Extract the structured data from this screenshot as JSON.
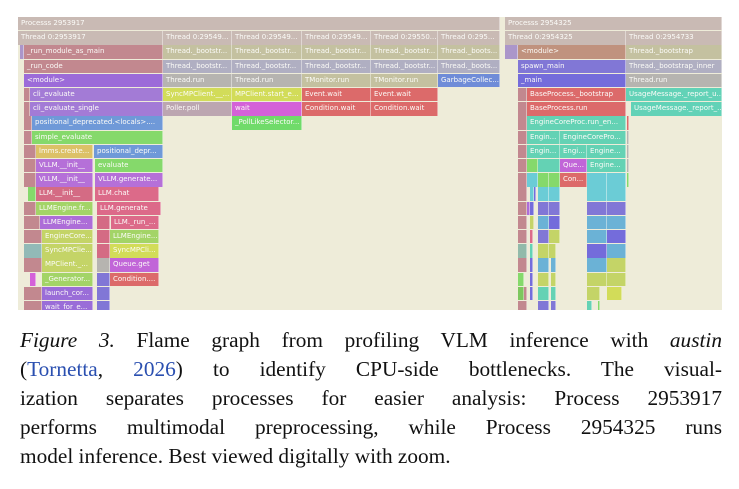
{
  "flame_graph": {
    "background": "#eeecd9",
    "frames": [
      {
        "label": "Processs 2953917",
        "color": "#c2b0ad"
      },
      {
        "label": "Processs 2954325",
        "color": "#c2b0ad"
      },
      {
        "label": "Thread 0:2953917",
        "color": "#c2b0ad"
      },
      {
        "label": "Thread 0:29549...",
        "color": "#c2b0ad"
      },
      {
        "label": "Thread 0:29549...",
        "color": "#c2b0ad"
      },
      {
        "label": "Thread 0:29549...",
        "color": "#c2b0ad"
      },
      {
        "label": "Thread 0:29550...",
        "color": "#c2b0ad"
      },
      {
        "label": "Thread 0:295...",
        "color": "#c2b0ad"
      },
      {
        "label": "Thread 0:2954325",
        "color": "#c2b0ad"
      },
      {
        "label": "Thread 0:2954733",
        "color": "#c2b0ad"
      },
      {
        "label": "_run_module_as_main",
        "color": "#b9737f"
      },
      {
        "label": "Thread._bootstr...",
        "color": "#bbb894"
      },
      {
        "label": "Thread._bootstr...",
        "color": "#bbb894"
      },
      {
        "label": "Thread._bootstr...",
        "color": "#bbb894"
      },
      {
        "label": "Thread._bootstr...",
        "color": "#bbb894"
      },
      {
        "label": "Thread._boots...",
        "color": "#bbb894"
      },
      {
        "label": "<module>",
        "color": "#b77f6b"
      },
      {
        "label": "Thread._bootstrap",
        "color": "#bbb894"
      },
      {
        "label": "_run_code",
        "color": "#b9737f"
      },
      {
        "label": "Thread._bootstr...",
        "color": "#a3a2bd"
      },
      {
        "label": "Thread._bootstr...",
        "color": "#a3a2bd"
      },
      {
        "label": "Thread._bootstr...",
        "color": "#a3a2bd"
      },
      {
        "label": "Thread._bootstr...",
        "color": "#a3a2bd"
      },
      {
        "label": "Thread._boots...",
        "color": "#a3a2bd"
      },
      {
        "label": "spawn_main",
        "color": "#6a5ed6"
      },
      {
        "label": "Thread._bootstrap_inner",
        "color": "#a3a2bd"
      },
      {
        "label": "<module>",
        "color": "#8b4fd9"
      },
      {
        "label": "Thread.run",
        "color": "#aaa8a8"
      },
      {
        "label": "Thread.run",
        "color": "#aaa8a8"
      },
      {
        "label": "TMonitor.run",
        "color": "#bbb894"
      },
      {
        "label": "TMonitor.run",
        "color": "#bbb894"
      },
      {
        "label": "GarbageCollec...",
        "color": "#5478d8"
      },
      {
        "label": "_main",
        "color": "#5a50dc"
      },
      {
        "label": "Thread.run",
        "color": "#aaa8a8"
      },
      {
        "label": "cli_evaluate",
        "color": "#9363d6"
      },
      {
        "label": "SyncMPClient.__...",
        "color": "#ccd93e"
      },
      {
        "label": "MPClient.start_e...",
        "color": "#ccd93e"
      },
      {
        "label": "Event.wait",
        "color": "#d94e52"
      },
      {
        "label": "Event.wait",
        "color": "#d94e52"
      },
      {
        "label": "BaseProcess._bootstrap",
        "color": "#d94e52"
      },
      {
        "label": "UsageMessage._report_u...",
        "color": "#44cdb0"
      },
      {
        "label": "cli_evaluate_single",
        "color": "#9363d6"
      },
      {
        "label": "Poller.poll",
        "color": "#b297a9"
      },
      {
        "label": "wait",
        "color": "#cf43d8"
      },
      {
        "label": "Condition.wait",
        "color": "#d94e52"
      },
      {
        "label": "Condition.wait",
        "color": "#d94e52"
      },
      {
        "label": "BaseProcess.run",
        "color": "#d94e52"
      },
      {
        "label": "UsageMessage._report_...",
        "color": "#44cdb0"
      },
      {
        "label": "positional_deprecated.<locals>....",
        "color": "#5487d8"
      },
      {
        "label": "_PollLikeSelector...",
        "color": "#55d852"
      },
      {
        "label": "EngineCoreProc.run_en...",
        "color": "#46cdac"
      },
      {
        "label": "simple_evaluate",
        "color": "#6fd554"
      },
      {
        "label": "Engin...",
        "color": "#46cdac"
      },
      {
        "label": "EngineCorePro...",
        "color": "#46cdac"
      },
      {
        "label": "lmms.create...",
        "color": "#d9b84f"
      },
      {
        "label": "positional_depr...",
        "color": "#5487d8"
      },
      {
        "label": "Engin...",
        "color": "#46cdac"
      },
      {
        "label": "Engi...",
        "color": "#46cdac"
      },
      {
        "label": "Engine...",
        "color": "#46cdac"
      },
      {
        "label": "VLLM.__init__",
        "color": "#a955d8"
      },
      {
        "label": "evaluate",
        "color": "#6fd554"
      },
      {
        "label": "Que...",
        "color": "#b848d8"
      },
      {
        "label": "Engine...",
        "color": "#46cdac"
      },
      {
        "label": "VLLM.__init__",
        "color": "#a955d8"
      },
      {
        "label": "VLLM.generate...",
        "color": "#a955d8"
      },
      {
        "label": "Con...",
        "color": "#d94e52"
      },
      {
        "label": "LLM.__init__",
        "color": "#cf4f72"
      },
      {
        "label": "LLM.chat",
        "color": "#d94e78"
      },
      {
        "label": "LLMEngine.fr...",
        "color": "#93cf4f"
      },
      {
        "label": "LLM.generate",
        "color": "#d94e78"
      },
      {
        "label": "LLMEngine...",
        "color": "#9f52d8"
      },
      {
        "label": "LLM._run_...",
        "color": "#d94e78"
      },
      {
        "label": "EngineCore...",
        "color": "#bccf4f"
      },
      {
        "label": "LLMEngine...",
        "color": "#93cf4f"
      },
      {
        "label": "SyncMPClie...",
        "color": "#bccf4f"
      },
      {
        "label": "SyncMPCli...",
        "color": "#ccd93e"
      },
      {
        "label": "MPClient._...",
        "color": "#bccf4f"
      },
      {
        "label": "Queue.get",
        "color": "#b848d8"
      },
      {
        "label": "_Generator...",
        "color": "#93cf4f"
      },
      {
        "label": "Condition....",
        "color": "#d94e52"
      },
      {
        "label": "launch_cor...",
        "color": "#8852d8"
      },
      {
        "label": "wait_for_e...",
        "color": "#8852d8"
      }
    ]
  },
  "caption": {
    "figure_label": "Figure 3.",
    "line1_text": " Flame graph from profiling VLM inference with ",
    "tool_name": "austin",
    "open_paren": "(",
    "citation_author": "Tornetta",
    "comma": ", ",
    "citation_year": "2026",
    "line2_text": ") to identify CPU-side bottlenecks.  The visual-",
    "line3": "ization separates processes for easier analysis: Process 2953917",
    "line4": "performs multimodal preprocessing, while Process 2954325 runs",
    "line5": "model inference. Best viewed digitally with zoom."
  }
}
